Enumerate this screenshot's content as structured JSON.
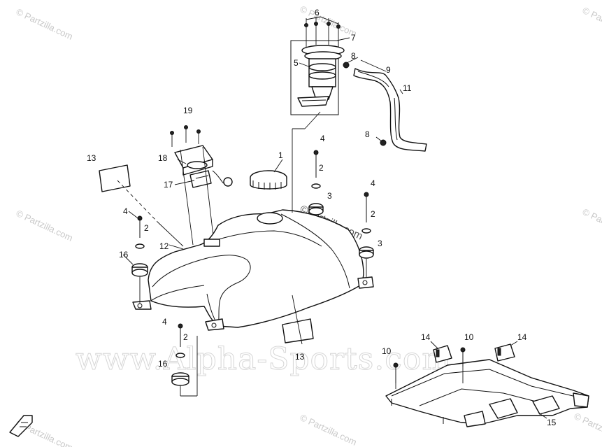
{
  "watermarks": {
    "partzilla": "© Partzilla.com",
    "partzilla_center": "©Partzilla.com",
    "alpha": "www.Alpha-Sports.com"
  },
  "callouts": {
    "n1": "1",
    "n2": "2",
    "n3": "3",
    "n4": "4",
    "n5": "5",
    "n6": "6",
    "n7": "7",
    "n8": "8",
    "n9": "9",
    "n10": "10",
    "n11": "11",
    "n12": "12",
    "n13": "13",
    "n14": "14",
    "n15": "15",
    "n16": "16",
    "n17": "17",
    "n18": "18",
    "n19": "19"
  },
  "colors": {
    "line": "#111111",
    "watermark": "#c9c9c9",
    "background": "#ffffff"
  },
  "icons": {
    "corner": "arrow-icon"
  }
}
